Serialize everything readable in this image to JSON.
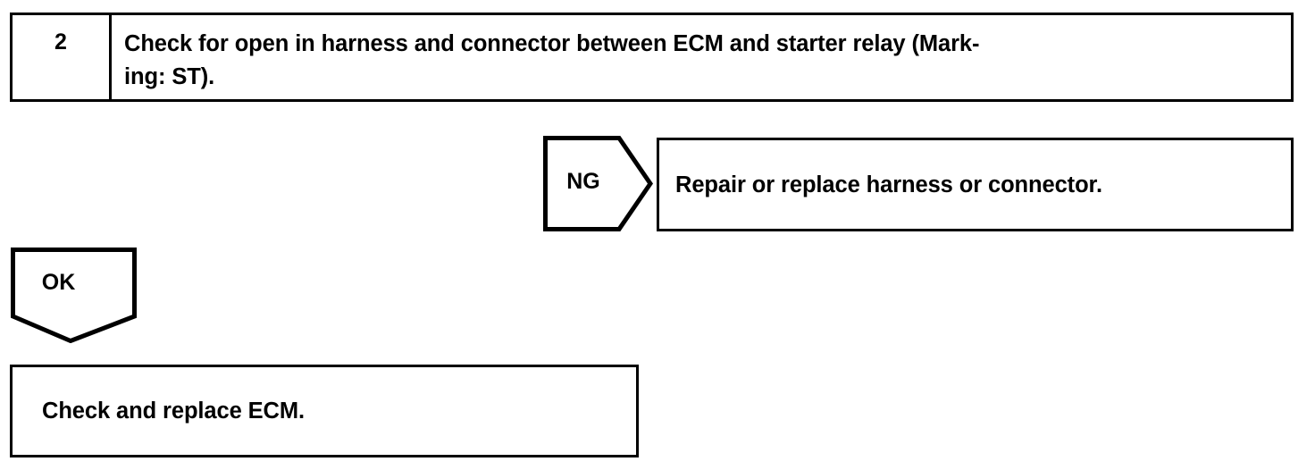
{
  "diagram": {
    "type": "troubleshooting-flowchart",
    "colors": {
      "ink": "#000000",
      "background": "#ffffff"
    },
    "step": {
      "number": "2",
      "text": "Check for open in harness and connector between ECM and starter relay (Mark-\ning: ST)."
    },
    "branches": {
      "ng": {
        "label": "NG",
        "result": "Repair or replace harness or connector."
      },
      "ok": {
        "label": "OK",
        "result": "Check and replace ECM."
      }
    }
  }
}
